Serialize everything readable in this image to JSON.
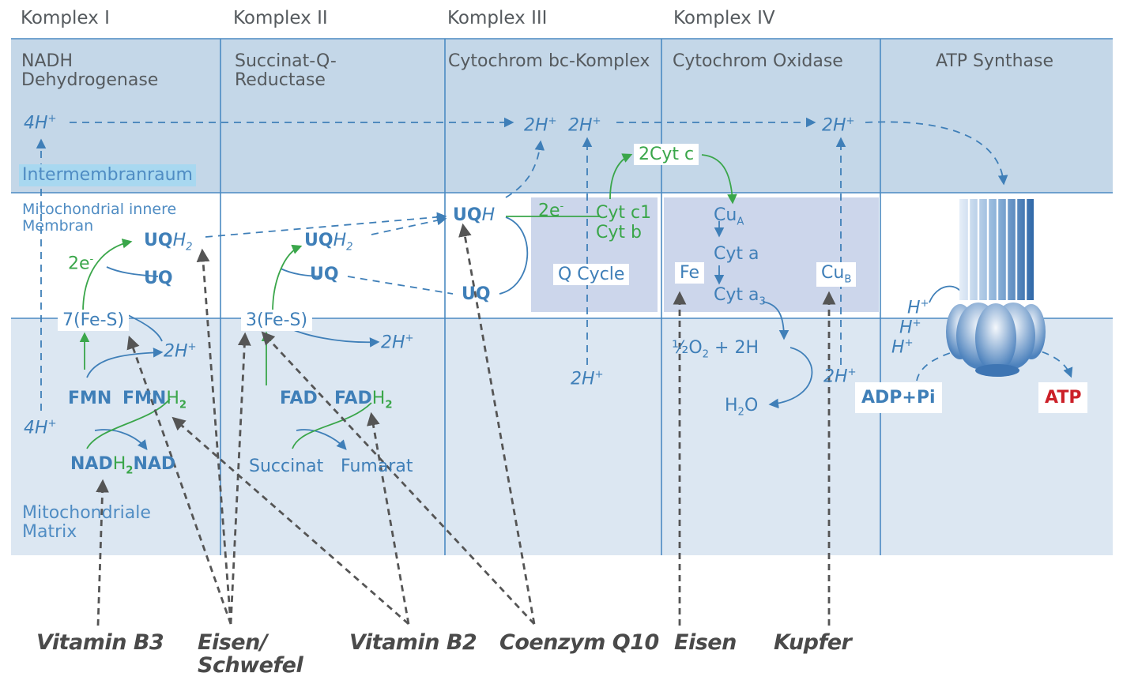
{
  "headers": {
    "komplex_1": "Komplex I",
    "komplex_2": "Komplex II",
    "komplex_3": "Komplex III",
    "komplex_4": "Komplex IV"
  },
  "complex_titles": {
    "c1_line1": "NADH",
    "c1_line2": "Dehydrogenase",
    "c2_line1": "Succinat-Q-",
    "c2_line2": "Reductase",
    "c3": "Cytochrom bc-Komplex",
    "c4": "Cytochrom Oxidase",
    "c5": "ATP Synthase"
  },
  "regions": {
    "intermembrane": "Intermembranraum",
    "inner_membrane_line1": "Mitochondrial innere",
    "inner_membrane_line2": "Membran",
    "matrix_line1": "Mitochondriale",
    "matrix_line2": "Matrix"
  },
  "molecules": {
    "h4": "4H",
    "h2": "2H",
    "h": "H",
    "plus": "+",
    "uq": "UQ",
    "h_sym": "H",
    "sub2": "2",
    "e2": "2e",
    "minus": "-",
    "fes_c1": "7(Fe-S)",
    "fes_c2": "3(Fe-S)",
    "fmn": "FMN",
    "nad": "NAD",
    "fad": "FAD",
    "succinat": "Succinat",
    "fumarat": "Fumarat",
    "cyt_c": "2Cyt c",
    "cyt_c1": "Cyt c1",
    "cyt_b": "Cyt b",
    "q_cycle": "Q Cycle",
    "cu": "Cu",
    "sub_a": "A",
    "sub_b": "B",
    "cyt_a": "Cyt a",
    "cyt_a3": "Cyt a",
    "sub3": "3",
    "fe": "Fe",
    "o2_half": "½O",
    "o2_plus": " + 2H",
    "h2o_h": "H",
    "h2o_o": "O",
    "adp": "ADP+Pi",
    "atp": "ATP"
  },
  "nutrients": {
    "vitamin_b3": "Vitamin B3",
    "eisen_schwefel_line1": "Eisen/",
    "eisen_schwefel_line2": "Schwefel",
    "vitamin_b2": "Vitamin B2",
    "coenzym_q10": "Coenzym Q10",
    "eisen": "Eisen",
    "kupfer": "Kupfer"
  },
  "colors": {
    "band_dark": "#c4d7e8",
    "band_light": "#dce7f2",
    "grid_line": "#4b8ac2",
    "blue_text": "#3f7fb8",
    "green": "#3aa64a",
    "atp_red": "#cc2028",
    "qcycle_box": "#b7c5e3",
    "nutrient_text": "#4a4a4a"
  }
}
